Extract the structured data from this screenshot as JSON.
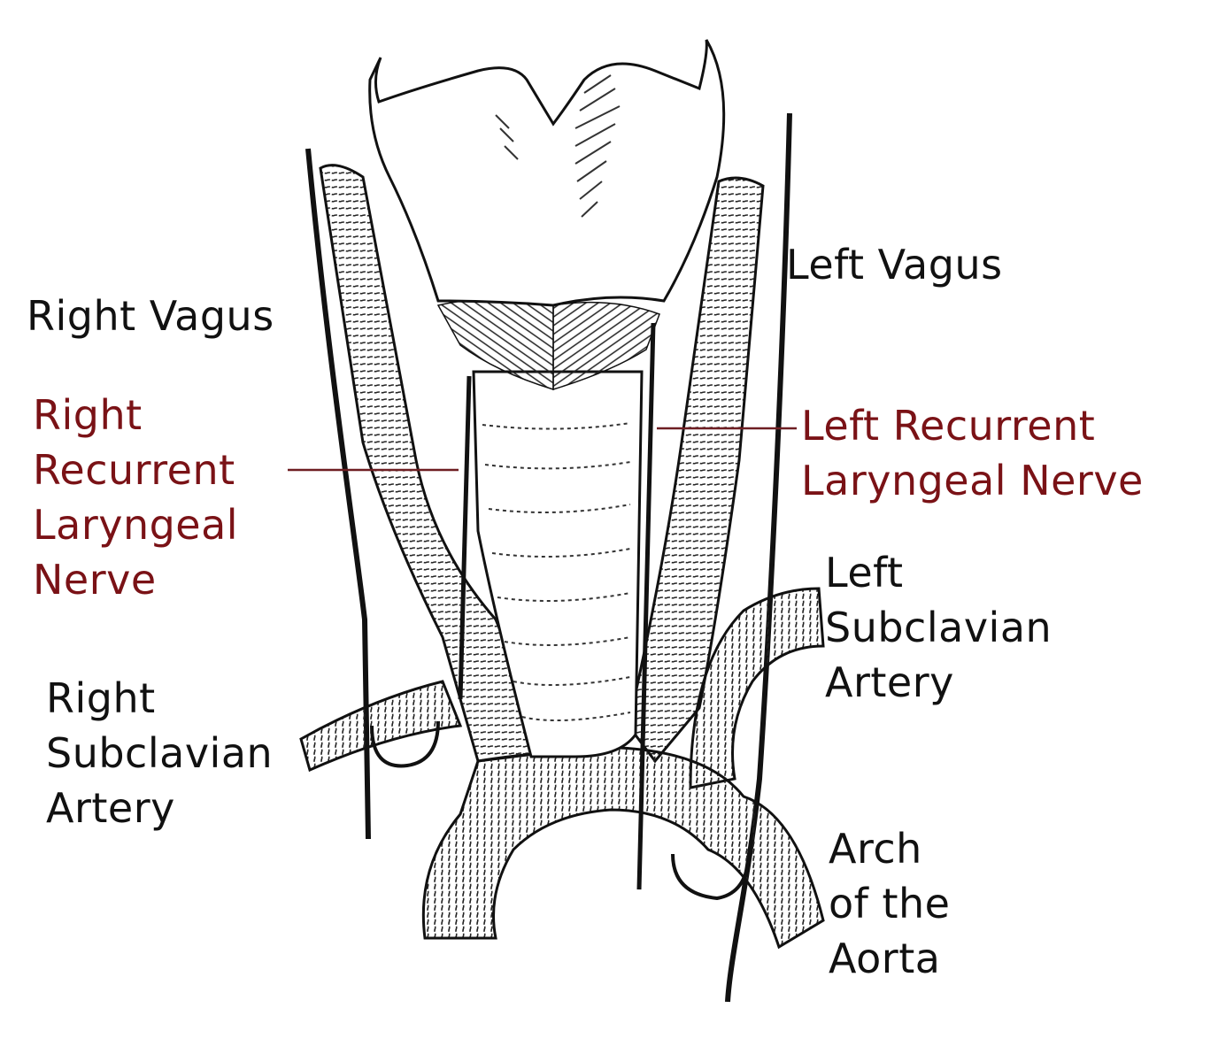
{
  "diagram": {
    "type": "anatomical illustration",
    "colors": {
      "line": "#111111",
      "label_black": "#111111",
      "label_red": "#7a1216",
      "leader_line": "#6e1e22",
      "background": "#ffffff"
    },
    "structures": [
      "thyroid cartilage",
      "cricothyroid muscles",
      "trachea",
      "right common carotid",
      "left common carotid",
      "brachiocephalic trunk",
      "aortic arch",
      "right subclavian artery",
      "left subclavian artery",
      "right vagus nerve",
      "left vagus nerve",
      "right recurrent laryngeal nerve",
      "left recurrent laryngeal nerve"
    ]
  },
  "labels": {
    "right_vagus": "Right Vagus",
    "left_vagus": "Left Vagus",
    "right_recurrent": "Right\nRecurrent\nLaryngeal\nNerve",
    "left_recurrent": "Left Recurrent\nLaryngeal Nerve",
    "right_subclavian": "Right\nSubclavian\nArtery",
    "left_subclavian": "Left\nSubclavian\nArtery",
    "arch_aorta": "Arch\nof the\nAorta"
  }
}
